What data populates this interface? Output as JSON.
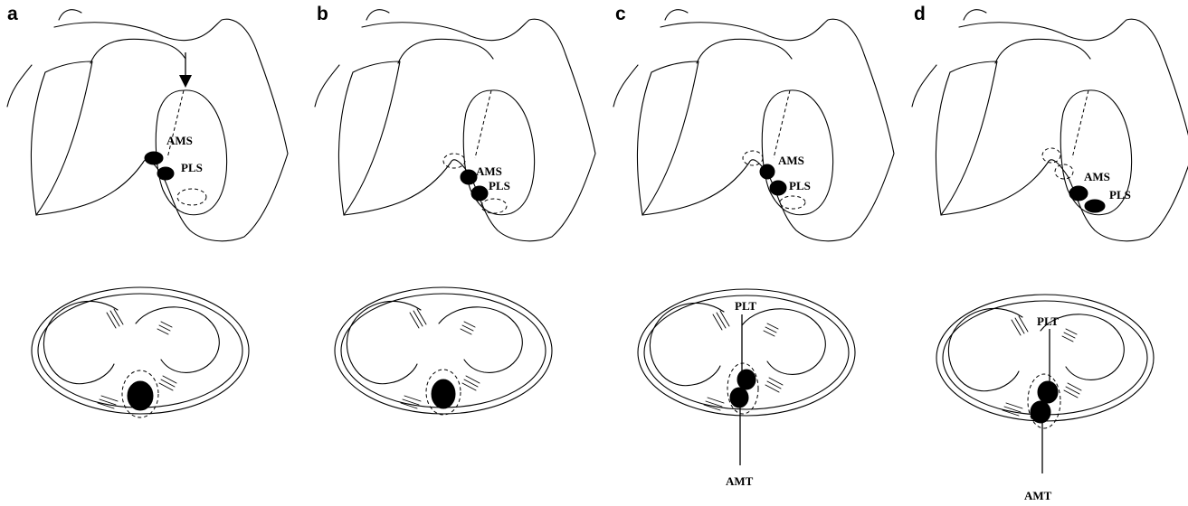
{
  "panels": [
    {
      "letter": "a",
      "has_arrow": true,
      "top_labels": [
        "AMS",
        "PLS"
      ],
      "bottom_labels": []
    },
    {
      "letter": "b",
      "has_arrow": false,
      "top_labels": [
        "AMS",
        "PLS"
      ],
      "bottom_labels": []
    },
    {
      "letter": "c",
      "has_arrow": false,
      "top_labels": [
        "AMS",
        "PLS"
      ],
      "bottom_labels": [
        "PLT",
        "AMT"
      ]
    },
    {
      "letter": "d",
      "has_arrow": false,
      "top_labels": [
        "AMS",
        "PLS"
      ],
      "bottom_labels": [
        "PLT",
        "AMT"
      ]
    }
  ]
}
